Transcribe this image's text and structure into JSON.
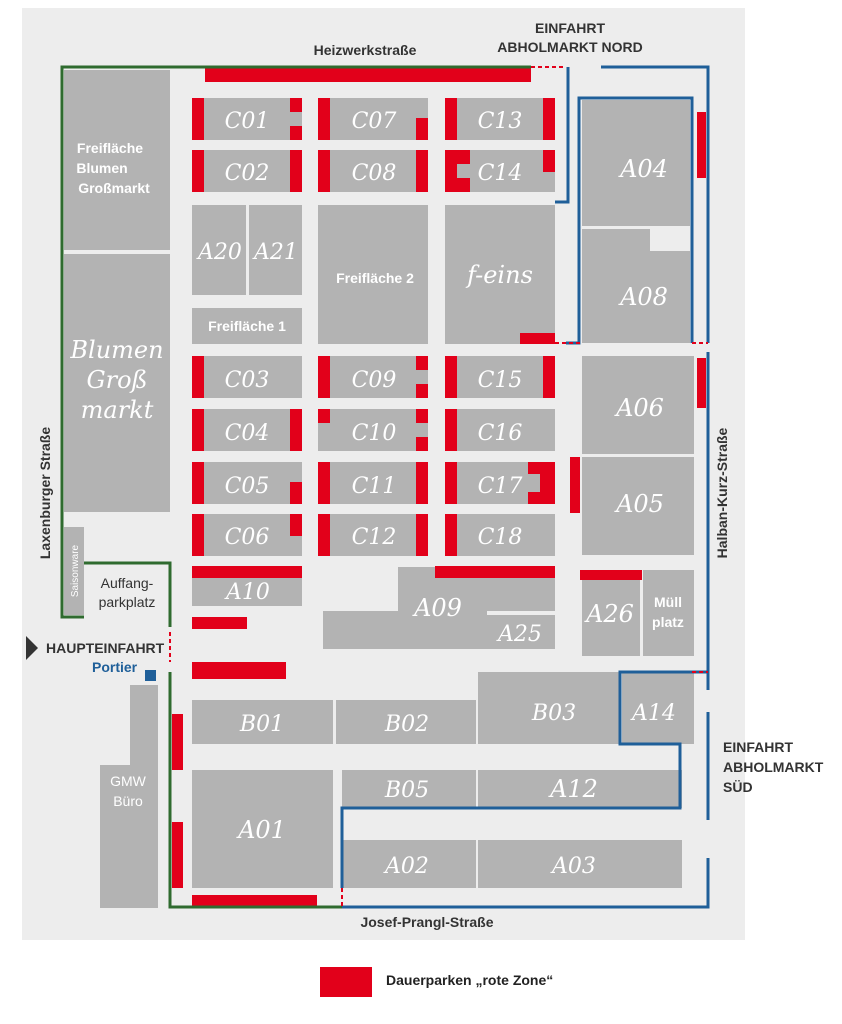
{
  "colors": {
    "background": "#ededed",
    "building": "#b3b3b3",
    "red_zone": "#e2001a",
    "green_fence": "#2f6b2f",
    "blue_fence": "#1f5f99",
    "text": "#333333",
    "portier": "#1f5f99"
  },
  "streets": {
    "north": "Heizwerkstraße",
    "west": "Laxenburger Straße",
    "east": "Halban-Kurz-Straße",
    "south": "Josef-Prangl-Straße"
  },
  "entrances": {
    "north_line1": "EINFAHRT",
    "north_line2": "ABHOLMARKT NORD",
    "south_line1": "EINFAHRT",
    "south_line2": "ABHOLMARKT",
    "south_line3": "SÜD",
    "main": "HAUPTEINFAHRT",
    "portier": "Portier"
  },
  "areas": {
    "freiflaeche_blumen_1": "Freifläche",
    "freiflaeche_blumen_2": "Blumen",
    "freiflaeche_blumen_3": "Großmarkt",
    "blumen_1": "Blumen",
    "blumen_2": "Groß",
    "blumen_3": "markt",
    "saisonware": "Saisonware",
    "auffang_1": "Auffang-",
    "auffang_2": "parkplatz",
    "gmw_1": "GMW",
    "gmw_2": "Büro",
    "freiflaeche1": "Freifläche 1",
    "freiflaeche2": "Freifläche 2",
    "feins": "f-eins",
    "muell_1": "Müll",
    "muell_2": "platz"
  },
  "halls": {
    "C01": "C01",
    "C02": "C02",
    "C07": "C07",
    "C08": "C08",
    "C13": "C13",
    "C14": "C14",
    "A20": "A20",
    "A21": "A21",
    "A04": "A04",
    "A08": "A08",
    "C03": "C03",
    "C04": "C04",
    "C05": "C05",
    "C06": "C06",
    "C09": "C09",
    "C10": "C10",
    "C11": "C11",
    "C12": "C12",
    "C15": "C15",
    "C16": "C16",
    "C17": "C17",
    "C18": "C18",
    "A06": "A06",
    "A05": "A05",
    "A10": "A10",
    "A09": "A09",
    "A25": "A25",
    "A26": "A26",
    "B01": "B01",
    "B02": "B02",
    "B03": "B03",
    "A14": "A14",
    "B05": "B05",
    "A12": "A12",
    "A01": "A01",
    "A02": "A02",
    "A03": "A03"
  },
  "legend": {
    "label": "Dauerparken „rote Zone“"
  }
}
